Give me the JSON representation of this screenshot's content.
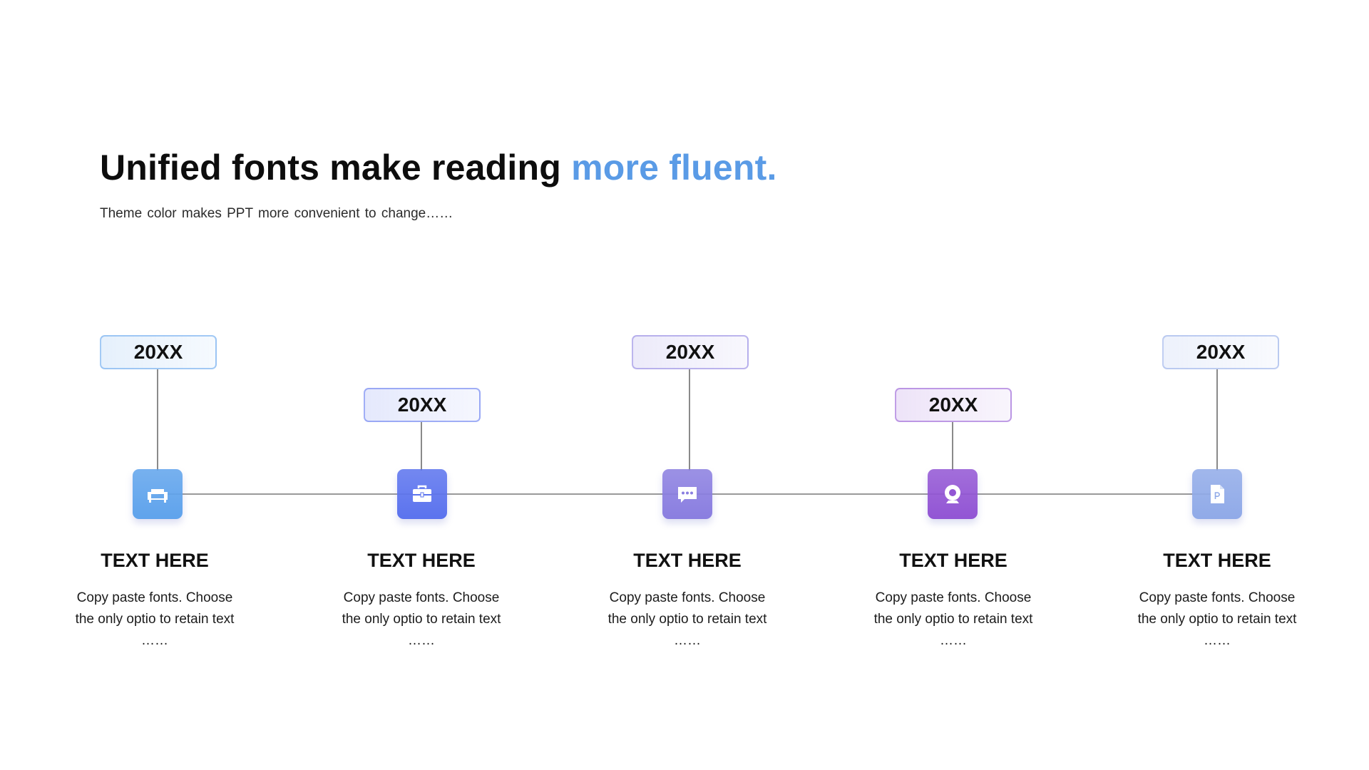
{
  "title": {
    "main": "Unified fonts make reading ",
    "highlight": "more fluent.",
    "highlight_color": "#5a9be6"
  },
  "subtitle": "Theme color makes PPT more convenient to change……",
  "timeline": [
    {
      "year": "20XX",
      "icon": "armchair-icon",
      "color": "#5fa3ec",
      "heading": "TEXT HERE",
      "desc_lines": [
        "Copy paste fonts. Choose",
        "the only optio to retain text",
        "……"
      ]
    },
    {
      "year": "20XX",
      "icon": "briefcase-icon",
      "color": "#5b73ee",
      "heading": "TEXT HERE",
      "desc_lines": [
        "Copy paste fonts. Choose",
        "the only optio to retain text",
        "……"
      ]
    },
    {
      "year": "20XX",
      "icon": "chat-bubble-icon",
      "color": "#8a7ee0",
      "heading": "TEXT HERE",
      "desc_lines": [
        "Copy paste fonts. Choose",
        "the only optio to retain text",
        "……"
      ]
    },
    {
      "year": "20XX",
      "icon": "webcam-icon",
      "color": "#9255d4",
      "heading": "TEXT HERE",
      "desc_lines": [
        "Copy paste fonts. Choose",
        "the only optio to retain text",
        "……"
      ]
    },
    {
      "year": "20XX",
      "icon": "document-icon",
      "color": "#90aae8",
      "heading": "TEXT HERE",
      "desc_lines": [
        "Copy paste fonts. Choose",
        "the only optio to retain text",
        "……"
      ]
    }
  ]
}
